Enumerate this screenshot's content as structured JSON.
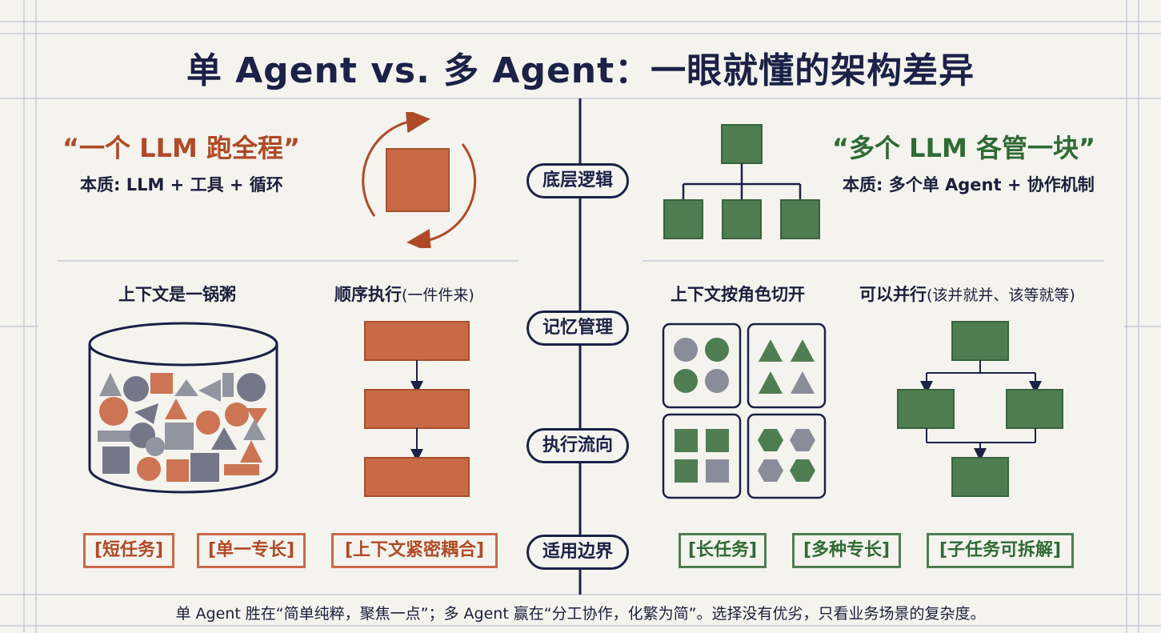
{
  "title": "单 Agent vs. 多 Agent：一眼就懂的架构差异",
  "left": {
    "quote": "“一个 LLM 跑全程”",
    "essence": "本质: LLM + 工具 + 循环",
    "memory_label": "上下文是一锅粥",
    "flow_label": "顺序执行",
    "flow_note": "(一件件来)",
    "tags": [
      "[短任务]",
      "[单一专长]",
      "[上下文紧密耦合]"
    ]
  },
  "right": {
    "quote": "“多个 LLM 各管一块”",
    "essence": "本质: 多个单 Agent + 协作机制",
    "memory_label": "上下文按角色切开",
    "flow_label": "可以并行",
    "flow_note": "(该并就并、该等就等)",
    "tags": [
      "[长任务]",
      "[多种专长]",
      "[子任务可拆解]"
    ]
  },
  "center": {
    "pills": [
      "底层逻辑",
      "记忆管理",
      "执行流向",
      "适用边界"
    ]
  },
  "footer": "单 Agent 胜在“简单纯粹，聚焦一点”；多 Agent 赢在“分工协作，化繁为简”。选择没有优劣，只看业务场景的复杂度。",
  "colors": {
    "orange": "#c96a47",
    "green": "#4f7d52",
    "navy": "#1b2147",
    "gray": "#8a8c99",
    "background": "#f4f3ee"
  }
}
